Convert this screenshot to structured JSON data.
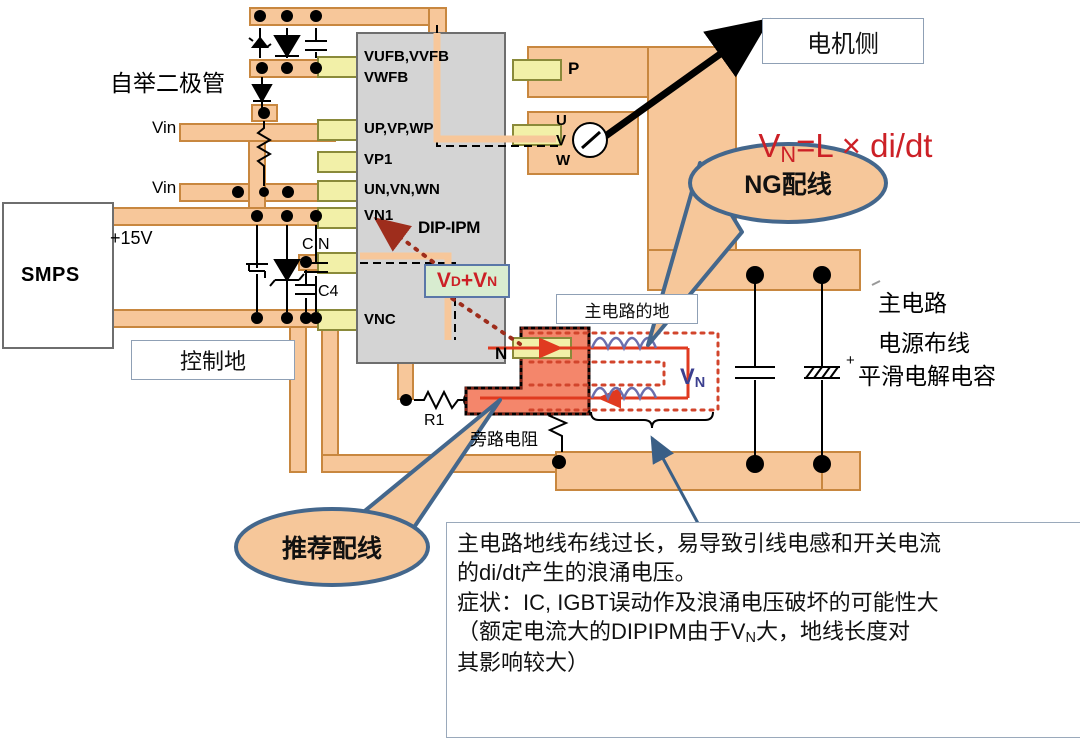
{
  "diagram": {
    "title_formula": "VN=L × di/dt",
    "formula_parts": {
      "v": "V",
      "sub": "N",
      "rest": "=L × di/dt"
    },
    "colors": {
      "copper_fill": "#f7c79a",
      "copper_stroke": "#c8873f",
      "ipm_fill": "#d4d4d4",
      "ipm_stroke": "#6e6e6e",
      "pad_fill": "#f2f0a8",
      "pad_stroke": "#8a8a3a",
      "highlight_red": "#f4866b",
      "callout_fill": "#f6c79a",
      "callout_stroke": "#44678c",
      "formula_red": "#cc2026",
      "vn_blue": "#3b3f8f",
      "coil_purple": "#6b6fae",
      "dotted_red": "#d2452c",
      "vdvn_fill": "#d8ecd0",
      "vdvn_stroke": "#5a77a8",
      "box_stroke": "#8fa0b5"
    }
  },
  "module": {
    "name": "DIP-IPM",
    "pins_left": [
      "VUFB,VVFB",
      "VWFB",
      "UP,VP,WP",
      "VP1",
      "UN,VN,WN",
      "VN1",
      "VNC"
    ],
    "pin_p": "P",
    "pin_n": "N",
    "motor_phases": [
      "U",
      "V",
      "W"
    ]
  },
  "components": {
    "smps": "SMPS",
    "rail_15v": "+15V",
    "vin_1": "Vin",
    "vin_2": "Vin",
    "cin": "CIN",
    "c4": "C4",
    "r1": "R1",
    "elec_cap_plus": "+"
  },
  "labels": {
    "bootstrap_diode": "自举二极管",
    "control_ground": "控制地",
    "motor_side": "电机侧",
    "main_circuit_ground": "主电路的地",
    "bypass_resistor": "旁路电阻",
    "main_circuit_line1": "主电路",
    "main_circuit_line2": "电源布线",
    "smoothing_cap": "平滑电解电容",
    "vd_plus_vn": {
      "v1": "V",
      "s1": "D",
      "plus": "+",
      "v2": "V",
      "s2": "N"
    },
    "vn_label": {
      "v": "V",
      "sub": "N"
    }
  },
  "callouts": [
    {
      "id": "ng-wiring",
      "text": "NG配线"
    },
    {
      "id": "recommended-wiring",
      "text": "推荐配线"
    }
  ],
  "note": {
    "line1": "主电路地线布线过长，易导致引线电感和开关电流",
    "line2": "的di/dt产生的浪涌电压。",
    "line3": "症状：IC, IGBT误动作及浪涌电压破坏的可能性大",
    "line4_a": "（额定电流大的DIPIPM由于V",
    "line4_sub": "N",
    "line4_b": "大，地线长度对",
    "line5": "其影响较大）"
  }
}
